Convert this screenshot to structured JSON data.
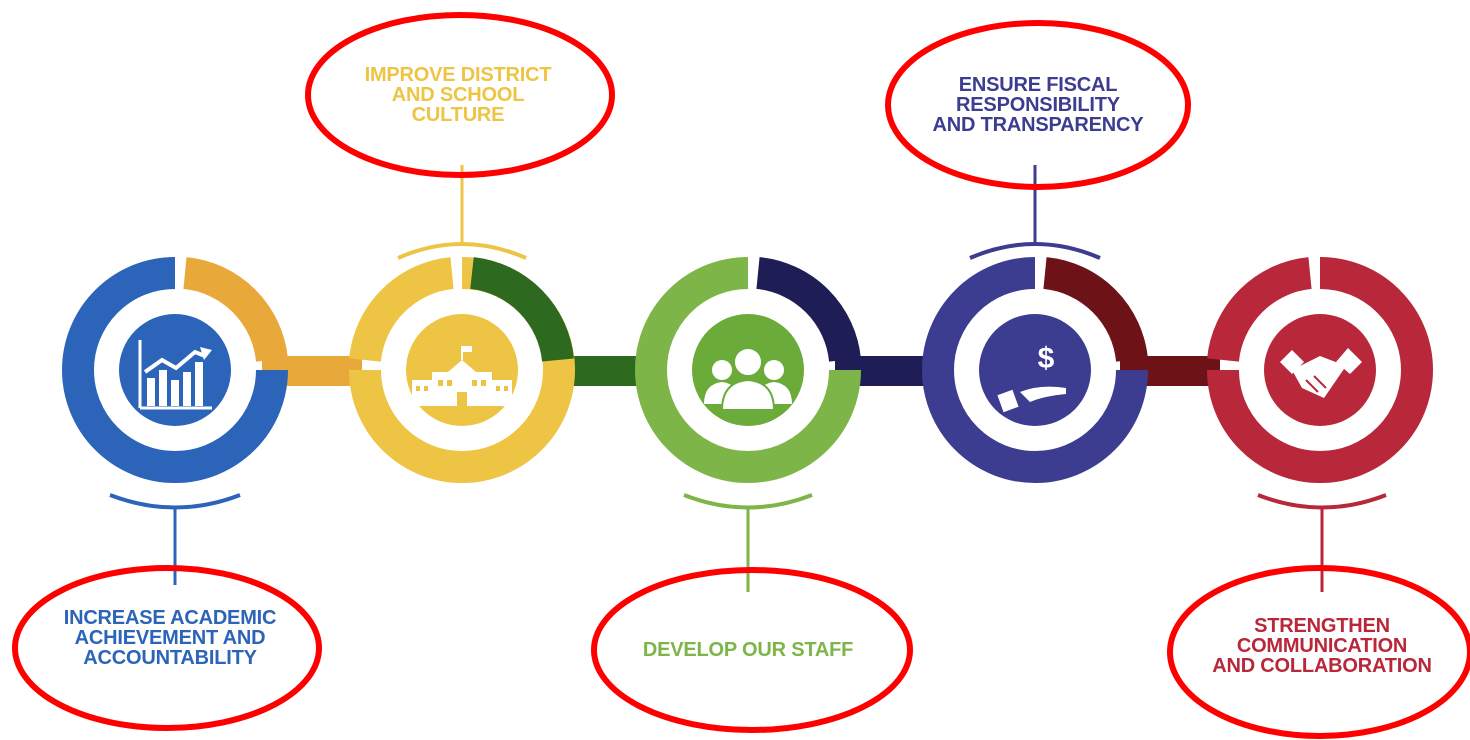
{
  "colors": {
    "blue": "#2b64b8",
    "blue_dark": "#15306d",
    "yellow": "#eec445",
    "orange": "#e8a93a",
    "green": "#6aab3a",
    "green_dark": "#2d6a1f",
    "navy": "#1f1d55",
    "purple": "#3c3c90",
    "red": "#b8273a",
    "red_dark": "#6d1216",
    "highlight_ring": "#ff0000"
  },
  "goals": [
    {
      "id": "academic",
      "icon": "bar-chart-icon",
      "color": "#2b64b8",
      "lines": [
        "INCREASE ACADEMIC",
        "ACHIEVEMENT AND",
        "ACCOUNTABILITY"
      ]
    },
    {
      "id": "culture",
      "icon": "school-building-icon",
      "color": "#eec445",
      "lines": [
        "IMPROVE DISTRICT",
        "AND SCHOOL",
        "CULTURE"
      ]
    },
    {
      "id": "staff",
      "icon": "people-group-icon",
      "color": "#7db548",
      "lines": [
        "DEVELOP OUR STAFF"
      ]
    },
    {
      "id": "fiscal",
      "icon": "money-hand-icon",
      "color": "#3c3c90",
      "lines": [
        "ENSURE FISCAL",
        "RESPONSIBILITY",
        "AND TRANSPARENCY"
      ]
    },
    {
      "id": "communication",
      "icon": "handshake-icon",
      "color": "#b8273a",
      "lines": [
        "STRENGTHEN",
        "COMMUNICATION",
        "AND COLLABORATION"
      ]
    }
  ]
}
